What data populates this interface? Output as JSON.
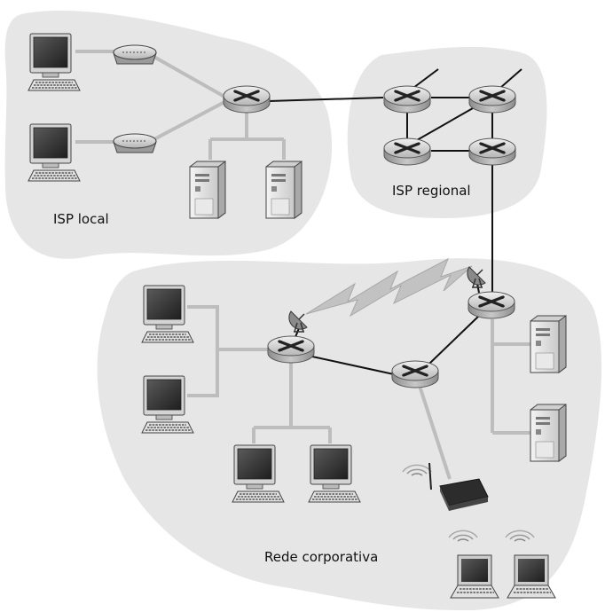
{
  "labels": {
    "isp_local": "ISP local",
    "isp_regional": "ISP regional",
    "corporate": "Rede corporativa"
  },
  "colors": {
    "region_fill": "#e6e6e6",
    "gray_link": "#bdbdbd",
    "black_link": "#111111",
    "router_body": "#b8b8b8",
    "screen": "#3a3a3a"
  },
  "icons": [
    "router-icon",
    "desktop-computer-icon",
    "server-tower-icon",
    "modem-icon",
    "satellite-dish-icon",
    "wireless-access-point-icon",
    "laptop-icon",
    "wireless-link-icon"
  ]
}
